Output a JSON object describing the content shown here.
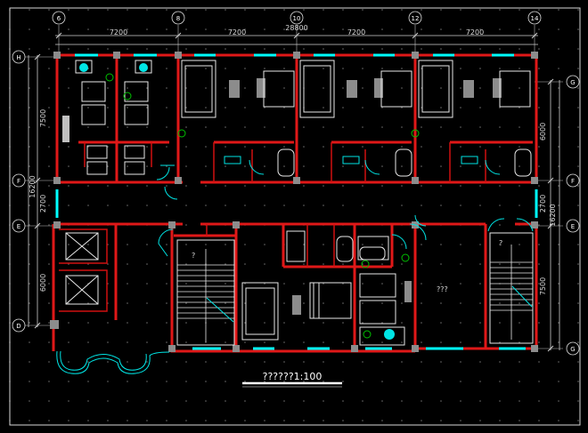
{
  "grid_top": [
    "6",
    "8",
    "10",
    "12",
    "14"
  ],
  "grid_left": [
    "H",
    "F",
    "E",
    "D"
  ],
  "grid_right": [
    "G",
    "F",
    "E",
    "G"
  ],
  "dims_top": {
    "seg1": "7200",
    "seg2": "7200",
    "seg3": "7200",
    "seg4": "7200",
    "total": "28800"
  },
  "dims_left": {
    "d1": "7500",
    "total": "16200",
    "d2": "2700",
    "d3": "6000"
  },
  "dims_right": {
    "d1": "6000",
    "d2": "2700",
    "total": "16200",
    "d3": "7500"
  },
  "room_label": "???",
  "stair_marks": [
    "?",
    "?"
  ],
  "title": "??????1:100",
  "colors": {
    "background": "#000000",
    "walls": "#e01818",
    "windows": "#00ffff",
    "furniture": "#e8e8e8",
    "columns": "#8c8c8c",
    "dimension": "#cfcfcf"
  }
}
